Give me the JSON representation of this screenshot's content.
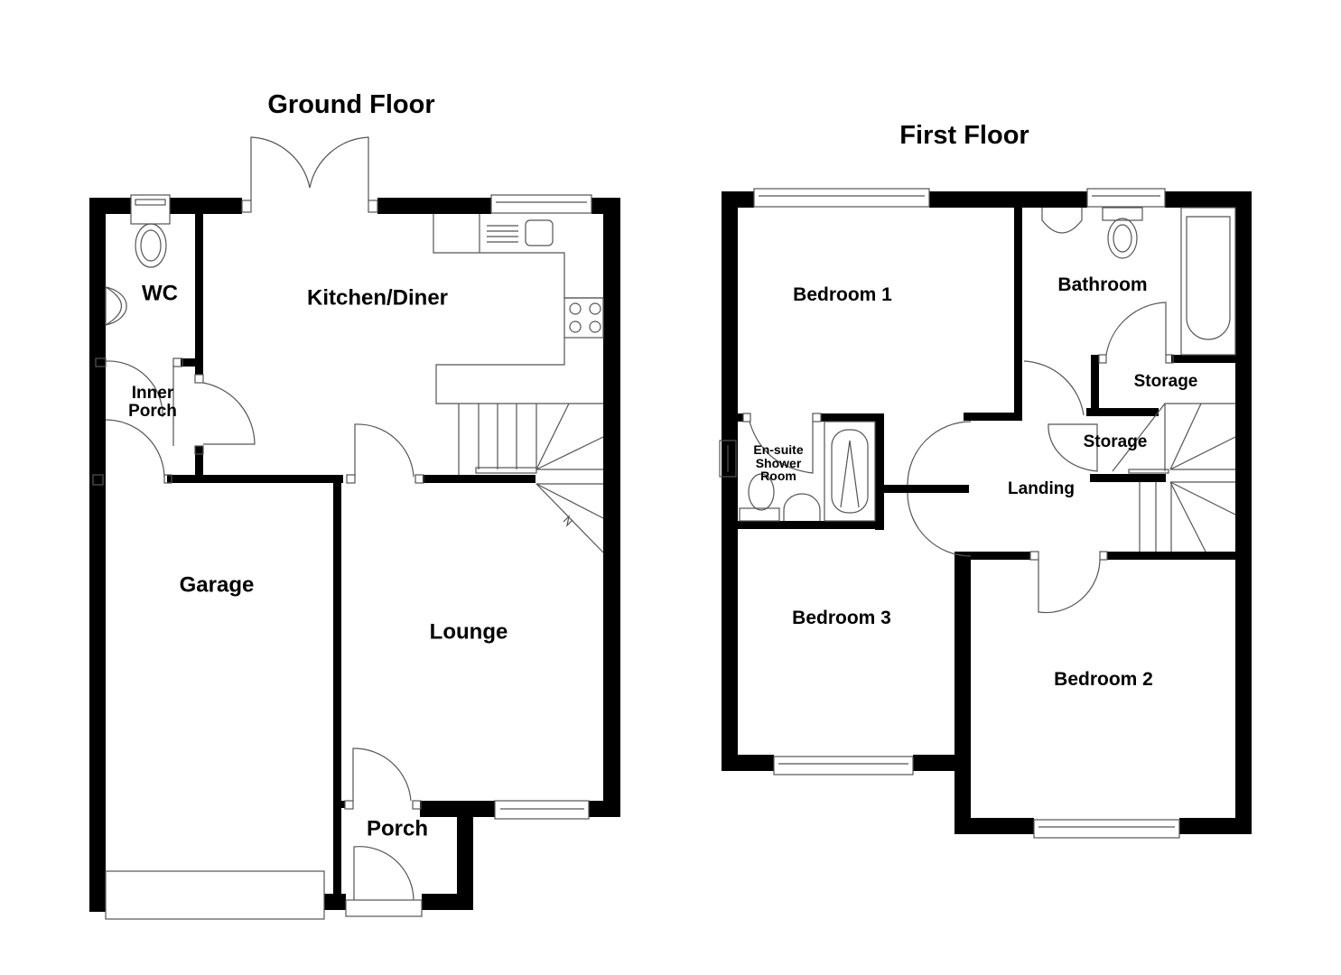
{
  "ground_floor": {
    "title": "Ground Floor",
    "rooms": {
      "wc": "WC",
      "inner_porch_line1": "Inner",
      "inner_porch_line2": "Porch",
      "kitchen_diner": "Kitchen/Diner",
      "garage": "Garage",
      "lounge": "Lounge",
      "porch": "Porch"
    }
  },
  "first_floor": {
    "title": "First Floor",
    "rooms": {
      "bedroom_1": "Bedroom 1",
      "bathroom": "Bathroom",
      "storage_upper": "Storage",
      "storage_lower": "Storage",
      "ensuite_line1": "En-suite",
      "ensuite_line2": "Shower",
      "ensuite_line3": "Room",
      "landing": "Landing",
      "bedroom_3": "Bedroom 3",
      "bedroom_2": "Bedroom 2"
    }
  },
  "colors": {
    "wall": "#000000",
    "fixture_line": "#555555",
    "background": "#ffffff"
  }
}
